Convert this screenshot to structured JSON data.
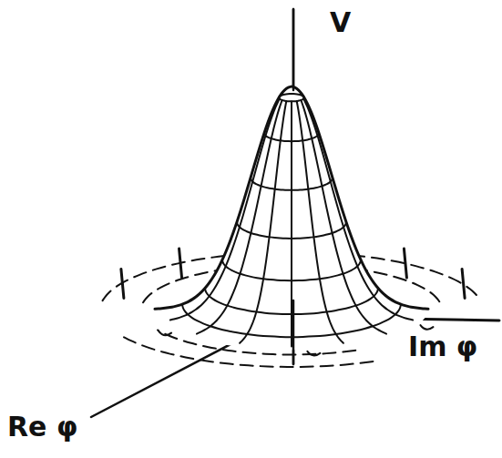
{
  "diagram": {
    "labels": [
      "V",
      "Re φ",
      "Im φ"
    ]
  }
}
